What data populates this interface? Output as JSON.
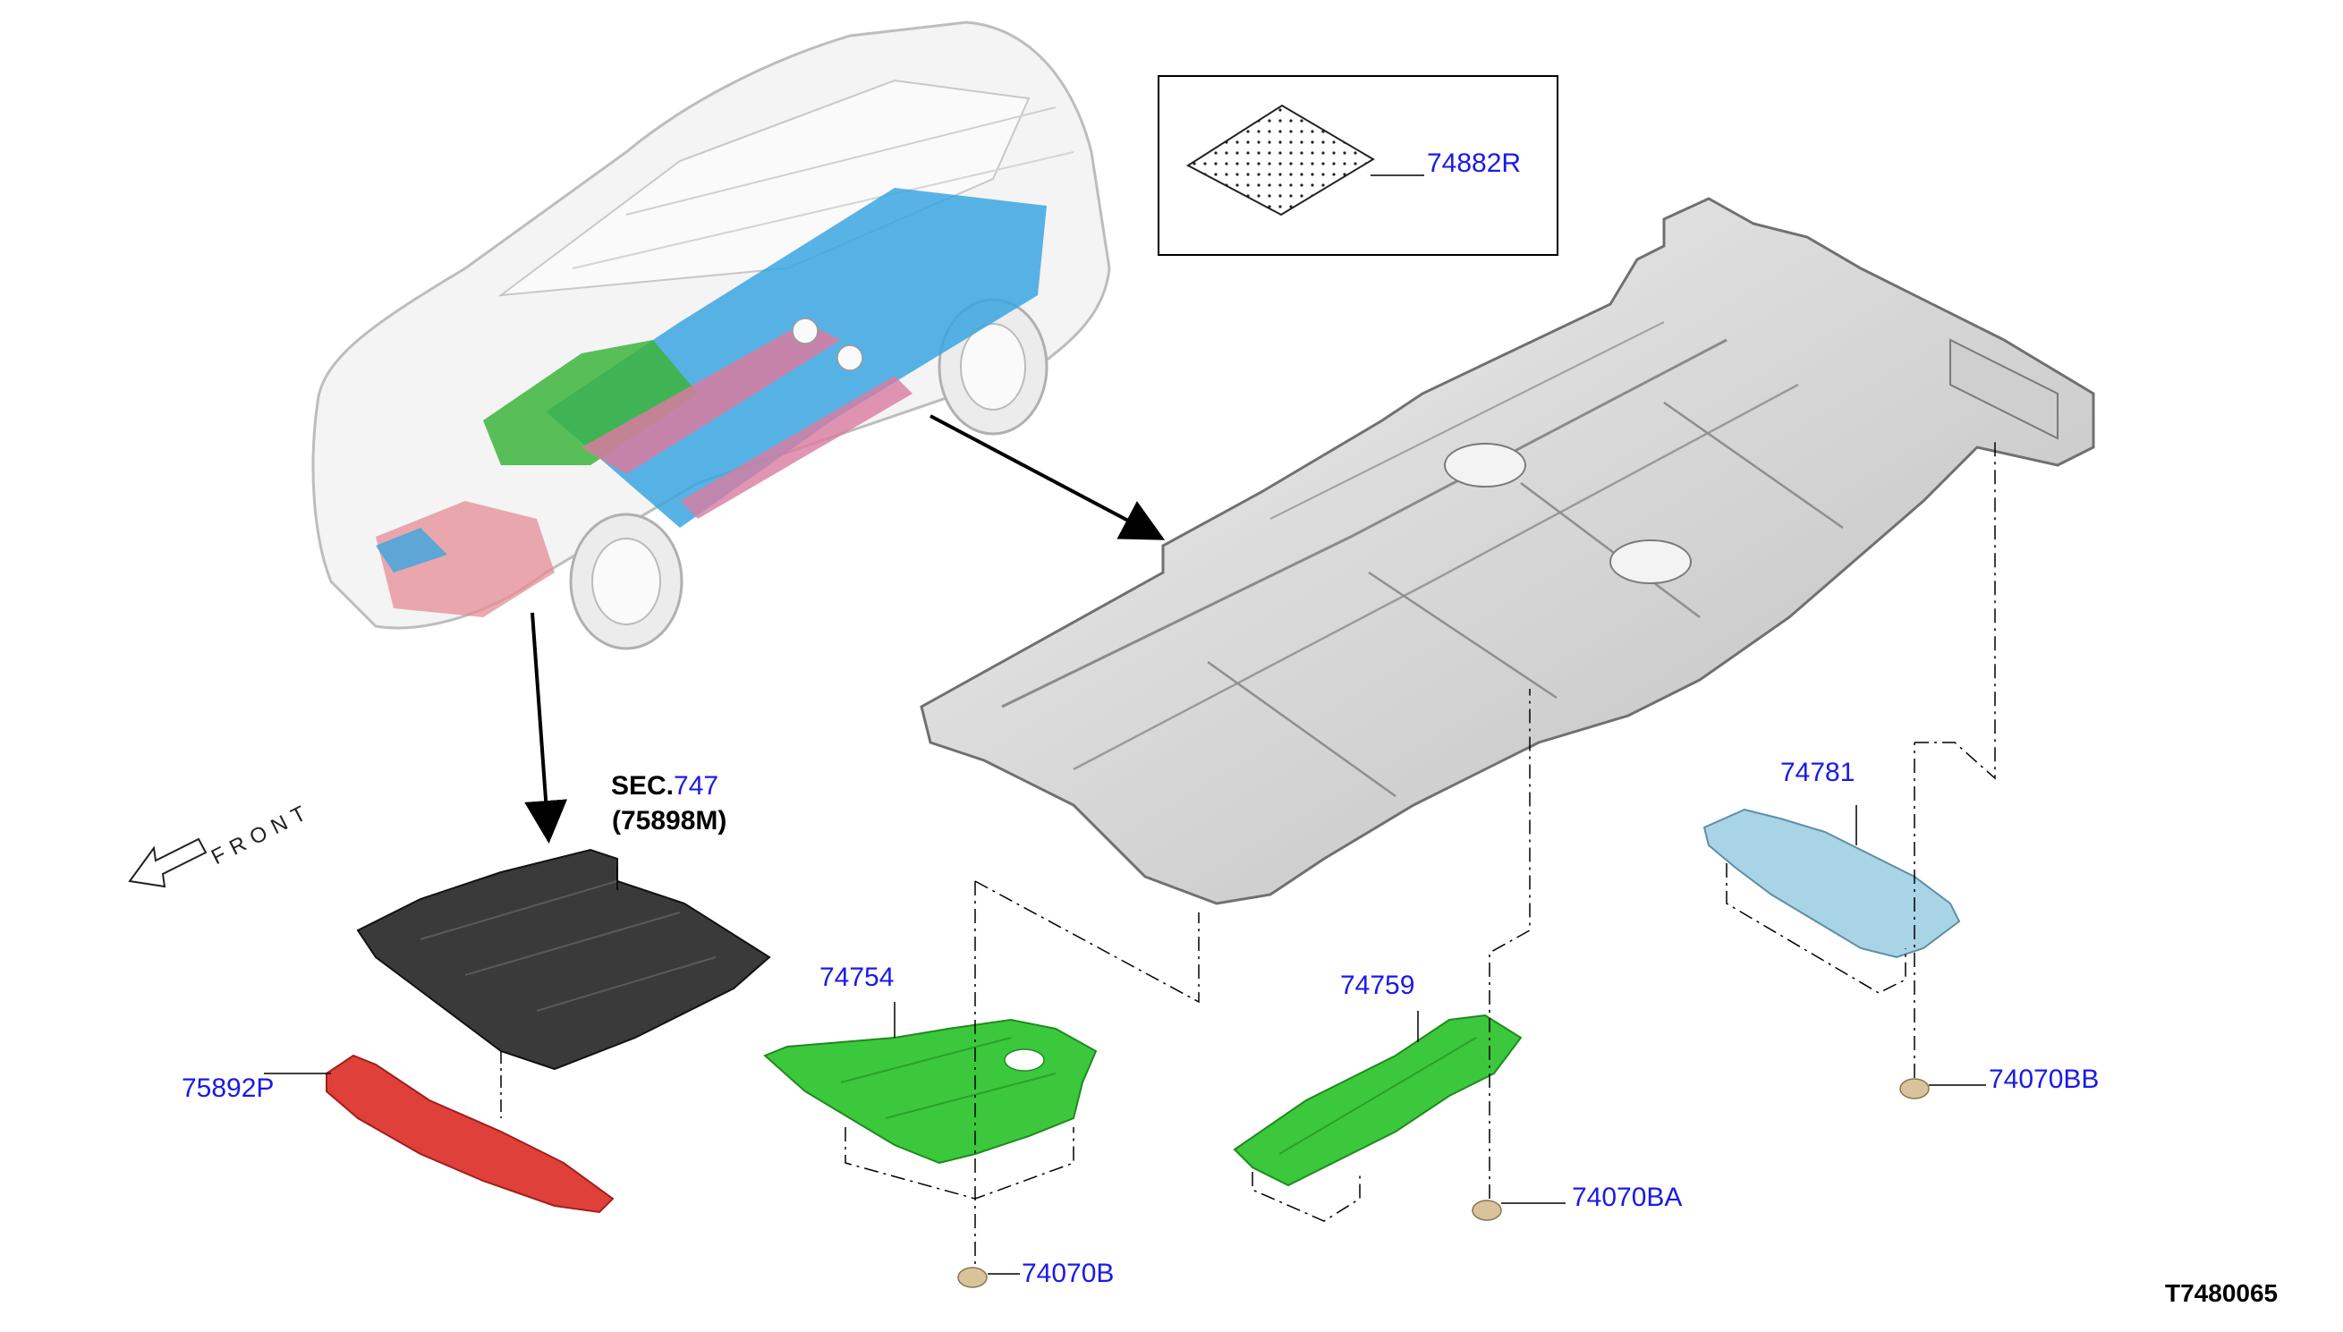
{
  "labels": {
    "part_74882R": "74882R",
    "sec_prefix": "SEC.",
    "sec_number": "747",
    "sec_sub": "(75898M)",
    "part_75892P": "75892P",
    "part_74754": "74754",
    "part_74759": "74759",
    "part_74781": "74781",
    "part_74070B": "74070B",
    "part_74070BA": "74070BA",
    "part_74070BB": "74070BB",
    "front": "FRONT",
    "diagram_id": "T7480065"
  },
  "colors": {
    "label_blue": "#1a1ae6",
    "floor_gray": "#d9d9d9",
    "cover_black": "#3a3a3a",
    "cover_red": "#e0403a",
    "insulator_green": "#3cc83c",
    "insulator_light_blue": "#a9d4e6",
    "clip_tan": "#d8c39a",
    "car_blue": "#3aa6e0",
    "car_pink": "#d97aa0",
    "car_green": "#3cb43c"
  }
}
